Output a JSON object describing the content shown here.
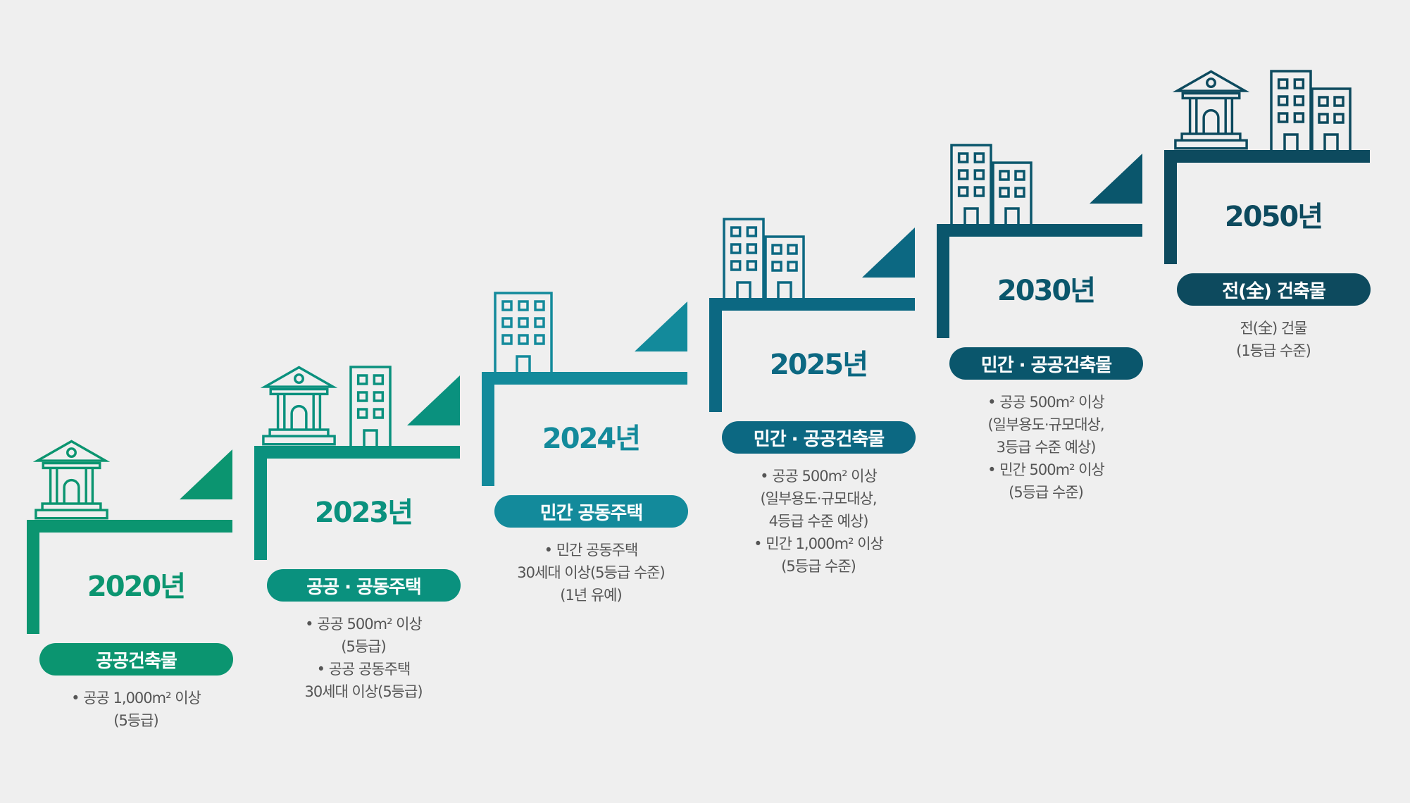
{
  "colors": {
    "background": "#efefef"
  },
  "steps": [
    {
      "year": "2020년",
      "label": "공공건축물",
      "color": "#0b9570",
      "icons": [
        "temple"
      ],
      "desc": [
        "• 공공 1,000m² 이상",
        "(5등급)"
      ]
    },
    {
      "year": "2023년",
      "label": "공공 · 공동주택",
      "color": "#0a917e",
      "icons": [
        "temple",
        "building-tall"
      ],
      "desc": [
        "• 공공 500m² 이상",
        "(5등급)",
        "• 공공 공동주택",
        "30세대 이상(5등급)"
      ]
    },
    {
      "year": "2024년",
      "label": "민간 공동주택",
      "color": "#138a9b",
      "icons": [
        "building-wide"
      ],
      "desc": [
        "• 민간 공동주택",
        "30세대 이상(5등급 수준)",
        "(1년 유예)"
      ]
    },
    {
      "year": "2025년",
      "label": "민간 · 공공건축물",
      "color": "#0c6882",
      "icons": [
        "building-tall",
        "building-short"
      ],
      "desc": [
        "• 공공 500m² 이상",
        "(일부용도·규모대상,",
        "4등급 수준 예상)",
        "• 민간 1,000m² 이상",
        "(5등급 수준)"
      ]
    },
    {
      "year": "2030년",
      "label": "민간 · 공공건축물",
      "color": "#0a566c",
      "icons": [
        "building-tall",
        "building-short"
      ],
      "desc": [
        "• 공공 500m² 이상",
        "(일부용도·규모대상,",
        "3등급 수준 예상)",
        "• 민간 500m² 이상",
        "(5등급 수준)"
      ]
    },
    {
      "year": "2050년",
      "label": "전(全) 건축물",
      "color": "#0d4a5e",
      "icons": [
        "temple",
        "building-tall",
        "building-short"
      ],
      "desc": [
        "전(全) 건물",
        "(1등급 수준)"
      ]
    }
  ]
}
